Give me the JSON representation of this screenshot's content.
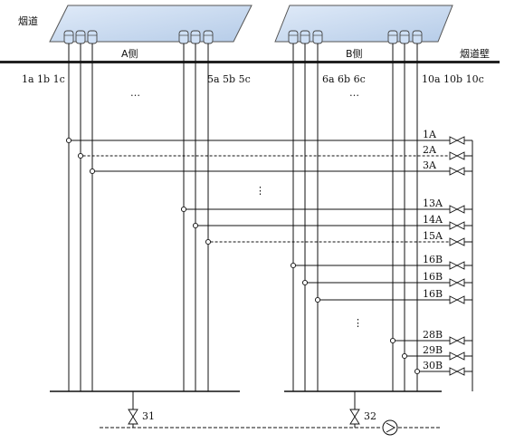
{
  "labels": {
    "flue": "烟道",
    "side_a": "A侧",
    "side_b": "B侧",
    "flue_wall": "烟道壁",
    "probes_a_left": "1a  1b  1c",
    "probes_a_right": "5a  5b  5c",
    "probes_b_left": "6a  6b  6c",
    "probes_b_right": "10a  10b  10c",
    "ellipsis": "…",
    "vellipsis": "⋮"
  },
  "valves_right": [
    "1A",
    "2A",
    "3A",
    "13A",
    "14A",
    "15A",
    "16B",
    "16B",
    "16B",
    "28B",
    "29B",
    "30B"
  ],
  "valves_bottom": [
    "31",
    "32"
  ],
  "colors": {
    "duct_fill": "#c6d8f0",
    "duct_stroke": "#555555",
    "line": "#111111",
    "probe_fill": "#cfe0f5"
  }
}
